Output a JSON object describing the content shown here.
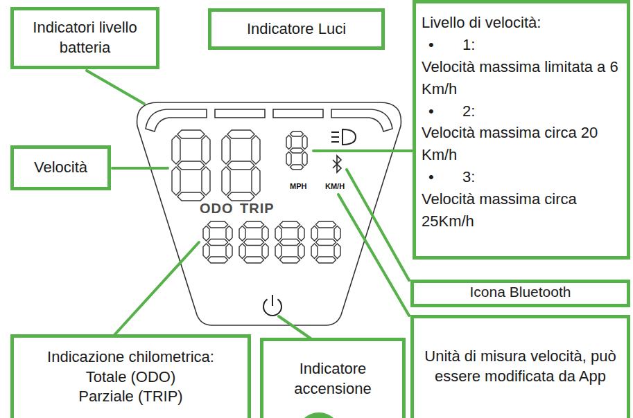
{
  "diagram": {
    "nodes": [
      {
        "text": [
          "Indicatori livello batteria"
        ]
      },
      {
        "text": [
          "Indicatore Luci"
        ]
      },
      {
        "text": [
          "Livello di velocità:",
          "• 1:",
          "Velocità massima limitata a 6 Km/h",
          "• 2:",
          "Velocità massima circa 20 Km/h",
          "• 3:",
          "Velocità massima circa 25Km/h"
        ]
      },
      {
        "text": [
          "Velocità"
        ]
      },
      {
        "text": [
          "Icona Bluetooth"
        ]
      },
      {
        "text": [
          "Unità di misura velocità, può essere modificata da App"
        ]
      },
      {
        "text": [
          "Indicazione chilometrica:",
          "Totale (ODO)",
          "Parziale (TRIP)"
        ]
      },
      {
        "text": [
          "Indicatore accensione"
        ]
      }
    ],
    "labels": [
      "ODO",
      "TRIP",
      "MPH",
      "KM/H"
    ]
  }
}
